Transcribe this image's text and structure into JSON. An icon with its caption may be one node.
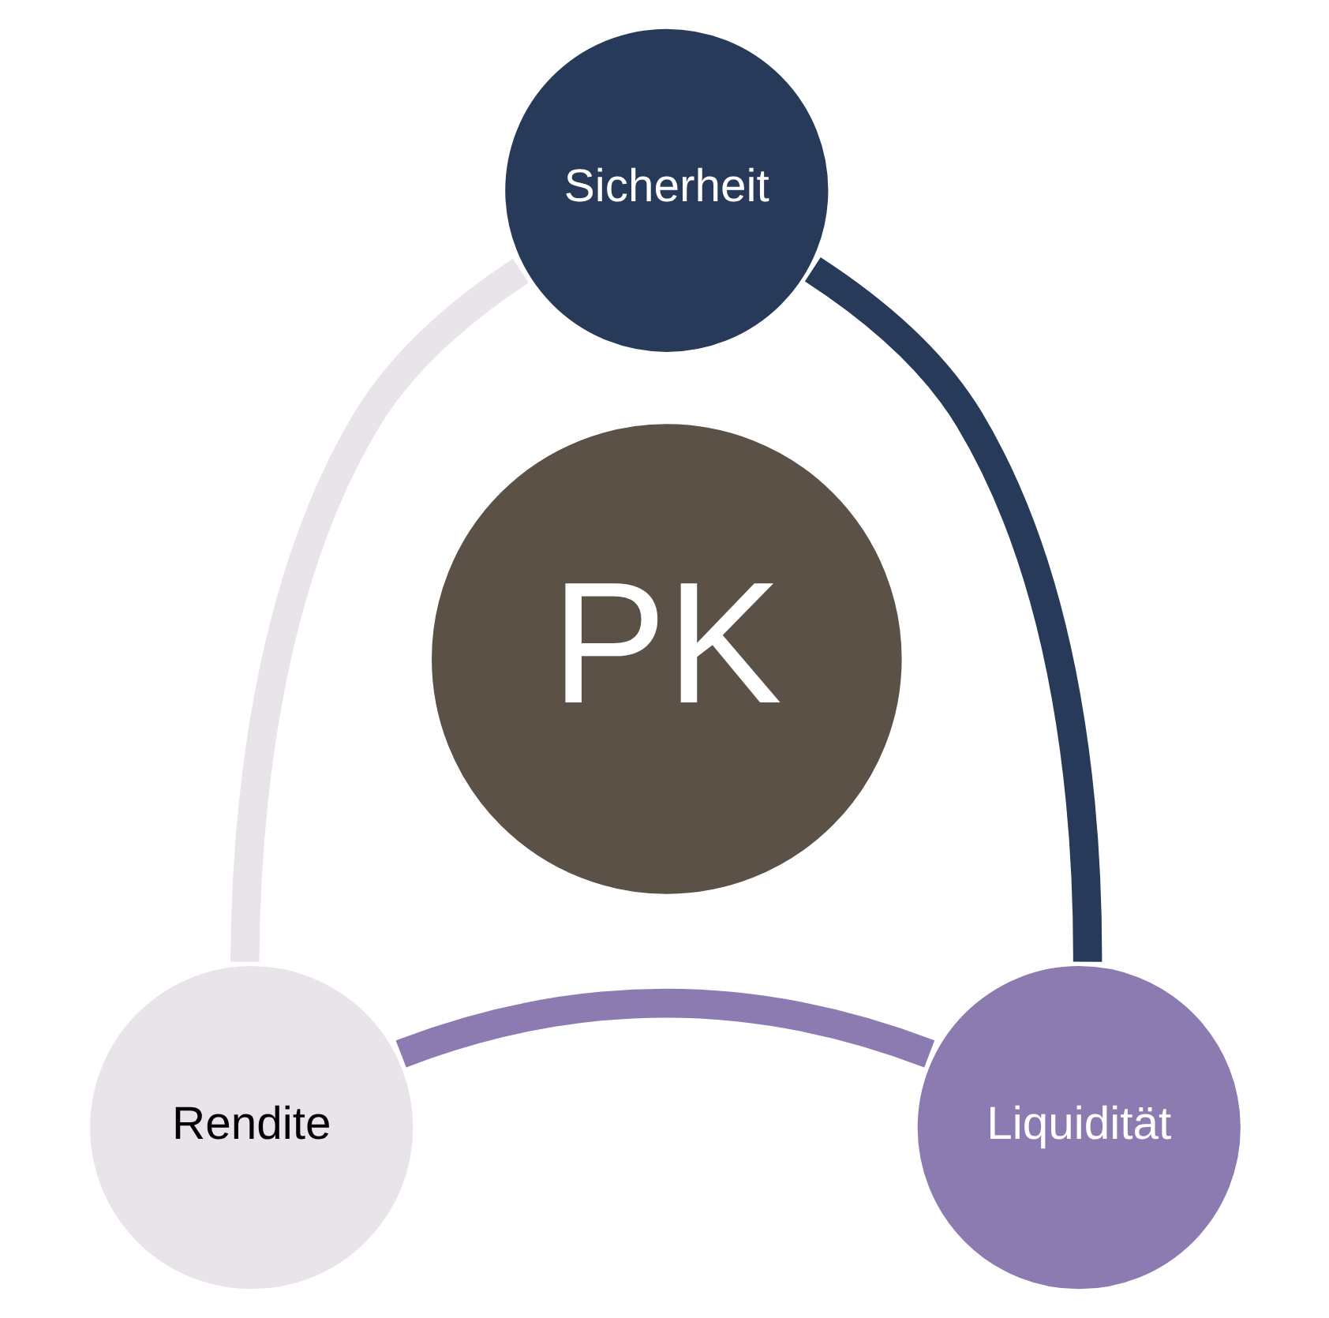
{
  "diagram": {
    "nodes": [
      {
        "text": [
          "Sicherheit"
        ]
      },
      {
        "text": [
          "PK"
        ]
      },
      {
        "text": [
          "Rendite"
        ]
      },
      {
        "text": [
          "Liquidität"
        ]
      }
    ],
    "edges": [
      {
        "from": 0,
        "to": 3,
        "arrow": "none",
        "color": "#283a5a"
      },
      {
        "from": 3,
        "to": 2,
        "arrow": "none",
        "color": "#8b7bb0"
      },
      {
        "from": 2,
        "to": 0,
        "arrow": "none",
        "color": "#e8e4ea"
      }
    ]
  }
}
